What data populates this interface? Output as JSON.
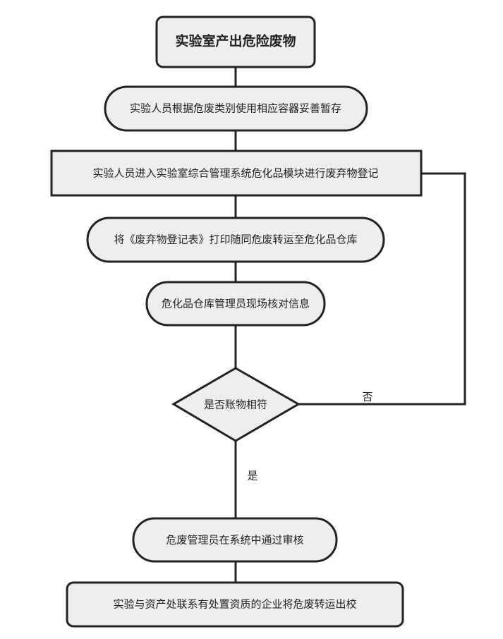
{
  "nodes": {
    "start": "实验室产出危险废物",
    "store": "实验人员根据危废类别使用相应容器妥善暂存",
    "register": "实验人员进入实验室综合管理系统危化品模块进行废弃物登记",
    "print": "将《废弃物登记表》打印随同危废转运至危化品仓库",
    "verify": "危化品仓库管理员现场核对信息",
    "decision": "是否账物相符",
    "approve": "危废管理员在系统中通过审核",
    "dispose": "实验与资产处联系有处置资质的企业将危废转运出校"
  },
  "edge_labels": {
    "no": "否",
    "yes": "是"
  }
}
